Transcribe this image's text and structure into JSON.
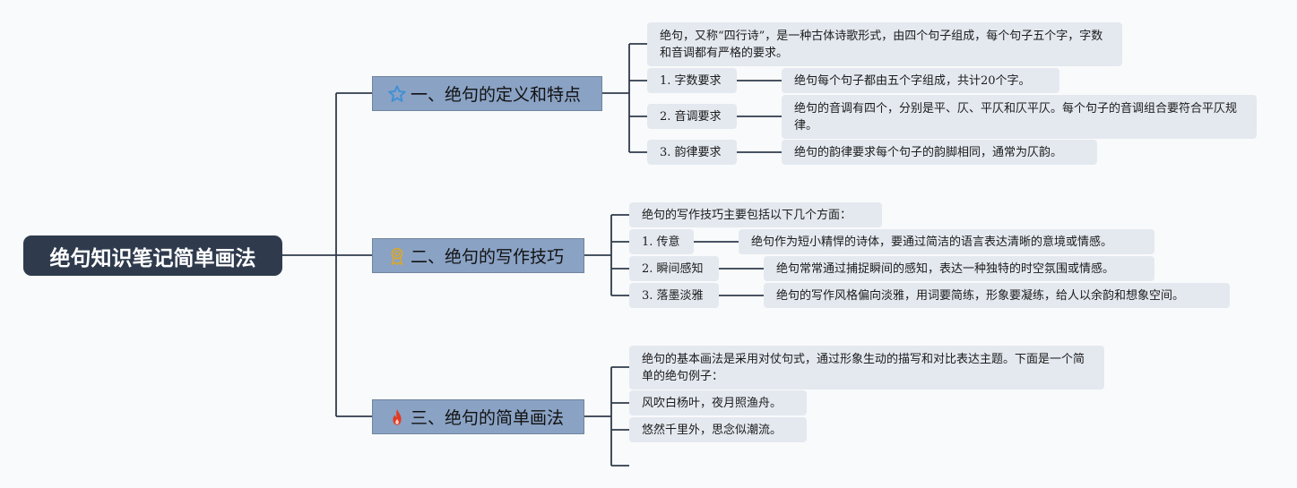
{
  "root": {
    "title": "绝句知识笔记简单画法"
  },
  "branches": [
    {
      "label": "一、绝句的定义和特点",
      "icon": "star-icon",
      "intro": "绝句，又称“四行诗”，是一种古体诗歌形式，由四个句子组成，每个句子五个字，字数和音调都有严格的要求。",
      "items": [
        {
          "label": "1. 字数要求",
          "detail": "绝句每个句子都由五个字组成，共计20个字。"
        },
        {
          "label": "2. 音调要求",
          "detail": "绝句的音调有四个，分别是平、仄、平仄和仄平仄。每个句子的音调组合要符合平仄规律。"
        },
        {
          "label": "3. 韵律要求",
          "detail": "绝句的韵律要求每个句子的韵脚相同，通常为仄韵。"
        }
      ]
    },
    {
      "label": "二、绝句的写作技巧",
      "icon": "award-ribbon-icon",
      "intro": "绝句的写作技巧主要包括以下几个方面：",
      "items": [
        {
          "label": "1. 传意",
          "detail": "绝句作为短小精悍的诗体，要通过简洁的语言表达清晰的意境或情感。"
        },
        {
          "label": "2. 瞬间感知",
          "detail": "绝句常常通过捕捉瞬间的感知，表达一种独特的时空氛围或情感。"
        },
        {
          "label": "3. 落墨淡雅",
          "detail": "绝句的写作风格偏向淡雅，用词要简练，形象要凝练，给人以余韵和想象空间。"
        }
      ]
    },
    {
      "label": "三、绝句的简单画法",
      "icon": "fire-icon",
      "intro": "绝句的基本画法是采用对仗句式，通过形象生动的描写和对比表达主题。下面是一个简单的绝句例子：",
      "lines": [
        "风吹白杨叶，夜月照渔舟。",
        "悠然千里外，思念似潮流。"
      ]
    }
  ],
  "colors": {
    "root_bg": "#2f3b4d",
    "branch_bg": "#8aa2c4",
    "leaf_bg": "#e4e9f0",
    "connector": "#2f3b4d",
    "star": "#3d8fd6",
    "award": "#d9a72e",
    "fire": "#e23b24"
  }
}
